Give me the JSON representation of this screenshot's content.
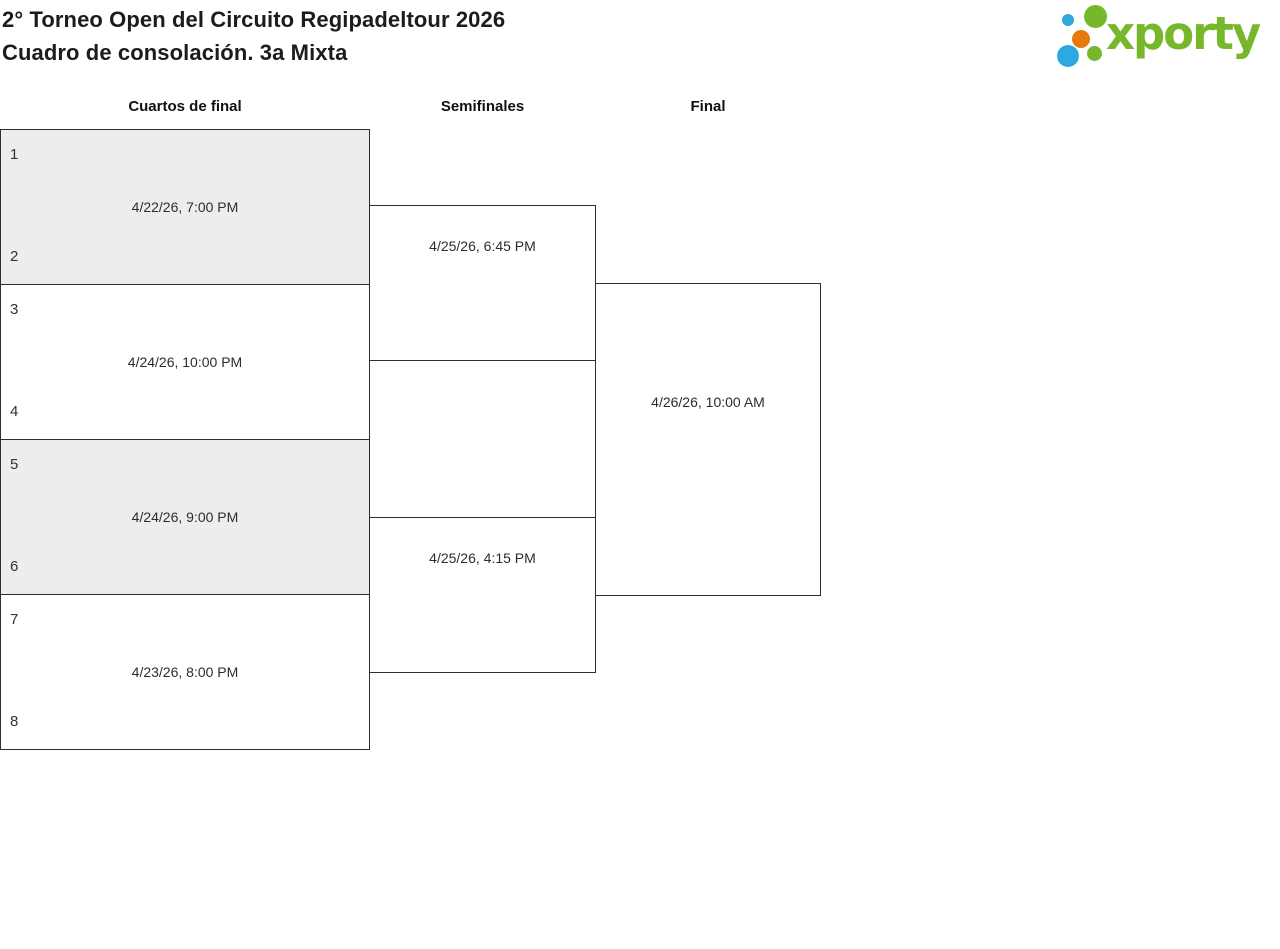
{
  "header": {
    "title_line1": "2° Torneo Open del Circuito Regipadeltour 2026",
    "title_line2": "Cuadro de consolación. 3a Mixta"
  },
  "logo": {
    "text": "xporty",
    "colors": {
      "green": "#76b82a",
      "blue": "#2ea9e0",
      "orange": "#e8790f"
    }
  },
  "bracket": {
    "colors": {
      "shaded_box": "#ededed",
      "border": "#2e2e2e"
    },
    "rounds": [
      {
        "label": "Cuartos de final"
      },
      {
        "label": "Semifinales"
      },
      {
        "label": "Final"
      }
    ],
    "quarterfinals": [
      {
        "seed_top": "1",
        "seed_bottom": "2",
        "datetime": "4/22/26, 7:00 PM"
      },
      {
        "seed_top": "3",
        "seed_bottom": "4",
        "datetime": "4/24/26, 10:00 PM"
      },
      {
        "seed_top": "5",
        "seed_bottom": "6",
        "datetime": "4/24/26, 9:00 PM"
      },
      {
        "seed_top": "7",
        "seed_bottom": "8",
        "datetime": "4/23/26, 8:00 PM"
      }
    ],
    "semifinals": [
      {
        "datetime": "4/25/26, 6:45 PM"
      },
      {
        "datetime": "4/25/26, 4:15 PM"
      }
    ],
    "final": {
      "datetime": "4/26/26, 10:00 AM"
    }
  }
}
